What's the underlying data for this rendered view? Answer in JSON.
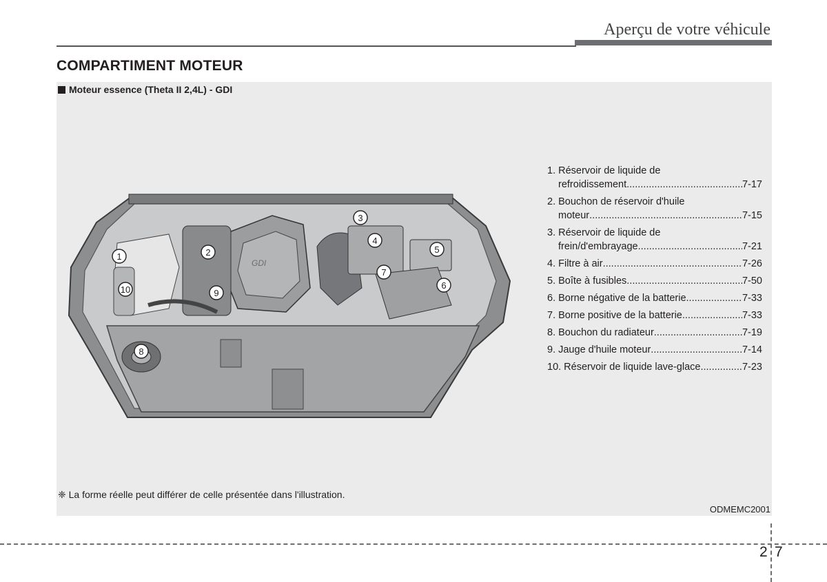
{
  "header": {
    "title": "Aperçu de votre véhicule"
  },
  "section": {
    "title": "COMPARTIMENT MOTEUR"
  },
  "subheading": "Moteur essence (Theta II 2,4L) - GDI",
  "illustration": {
    "engine_cover_label": "GDI",
    "callouts": [
      "1",
      "2",
      "3",
      "4",
      "5",
      "6",
      "7",
      "8",
      "9",
      "10"
    ]
  },
  "parts": [
    {
      "line1": "1. Réservoir de liquide de",
      "line2": "refroidissement",
      "page": "7-17"
    },
    {
      "line1": "2. Bouchon de réservoir d'huile",
      "line2": "moteur",
      "page": "7-15"
    },
    {
      "line1": "3. Réservoir de liquide de",
      "line2": "frein/d'embrayage",
      "page": "7-21"
    },
    {
      "line1": "4. Filtre à air",
      "page": "7-26"
    },
    {
      "line1": "5. Boîte à fusibles",
      "page": "7-50"
    },
    {
      "line1": "6. Borne négative de la batterie",
      "page": "7-33"
    },
    {
      "line1": "7. Borne positive de la batterie",
      "page": "7-33"
    },
    {
      "line1": "8. Bouchon du radiateur",
      "page": "7-19"
    },
    {
      "line1": "9. Jauge d'huile moteur",
      "page": "7-14"
    },
    {
      "line1": "10. Réservoir de liquide lave-glace",
      "page": "7-23"
    }
  ],
  "footnote": "❈ La forme réelle peut différer de celle présentée dans l'illustration.",
  "figure_code": "ODMEMC2001",
  "page_number": {
    "chapter": "2",
    "page": "7"
  }
}
